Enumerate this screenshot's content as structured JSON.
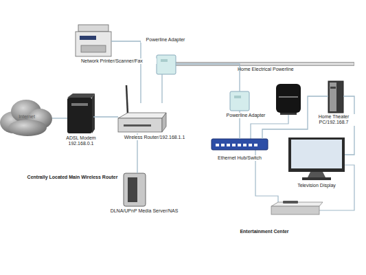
{
  "diagram": {
    "nodes": [
      {
        "text": [
          "Network Printer/Scanner/Fax"
        ]
      },
      {
        "text": [
          "Powerline Adapter"
        ]
      },
      {
        "text": [
          "Powerline Adapter"
        ]
      },
      {
        "text": [
          "Internet"
        ]
      },
      {
        "text": [
          "ADSL Modem 192.168.0.1"
        ]
      },
      {
        "text": [
          "Wireless Router/192.168.1.1"
        ]
      },
      {
        "text": [
          "Home Theater PC/192.168.7"
        ]
      },
      {
        "text": [
          "Ethernet Hub/Switch"
        ]
      },
      {
        "text": [
          "Television Display"
        ]
      },
      {
        "text": [
          "DLNA/UPnP Media Server/NAS"
        ]
      }
    ],
    "edges": [
      {
        "from": 3,
        "to": 4,
        "arrow": "none"
      },
      {
        "from": 4,
        "to": 5,
        "arrow": "none"
      },
      {
        "from": 0,
        "to": 5,
        "arrow": "none"
      },
      {
        "from": 1,
        "to": 5,
        "arrow": "none"
      },
      {
        "from": 5,
        "to": 9,
        "arrow": "none"
      },
      {
        "from": 1,
        "to": 2,
        "arrow": "none"
      },
      {
        "from": 2,
        "to": 7,
        "arrow": "none"
      },
      {
        "from": 7,
        "to": 6,
        "arrow": "none"
      },
      {
        "from": 6,
        "to": 8,
        "arrow": "none"
      }
    ],
    "labels": [
      "Home Electrical Powerline",
      "Centrally Located Main Wireless Router",
      "Entertainment Center"
    ]
  }
}
